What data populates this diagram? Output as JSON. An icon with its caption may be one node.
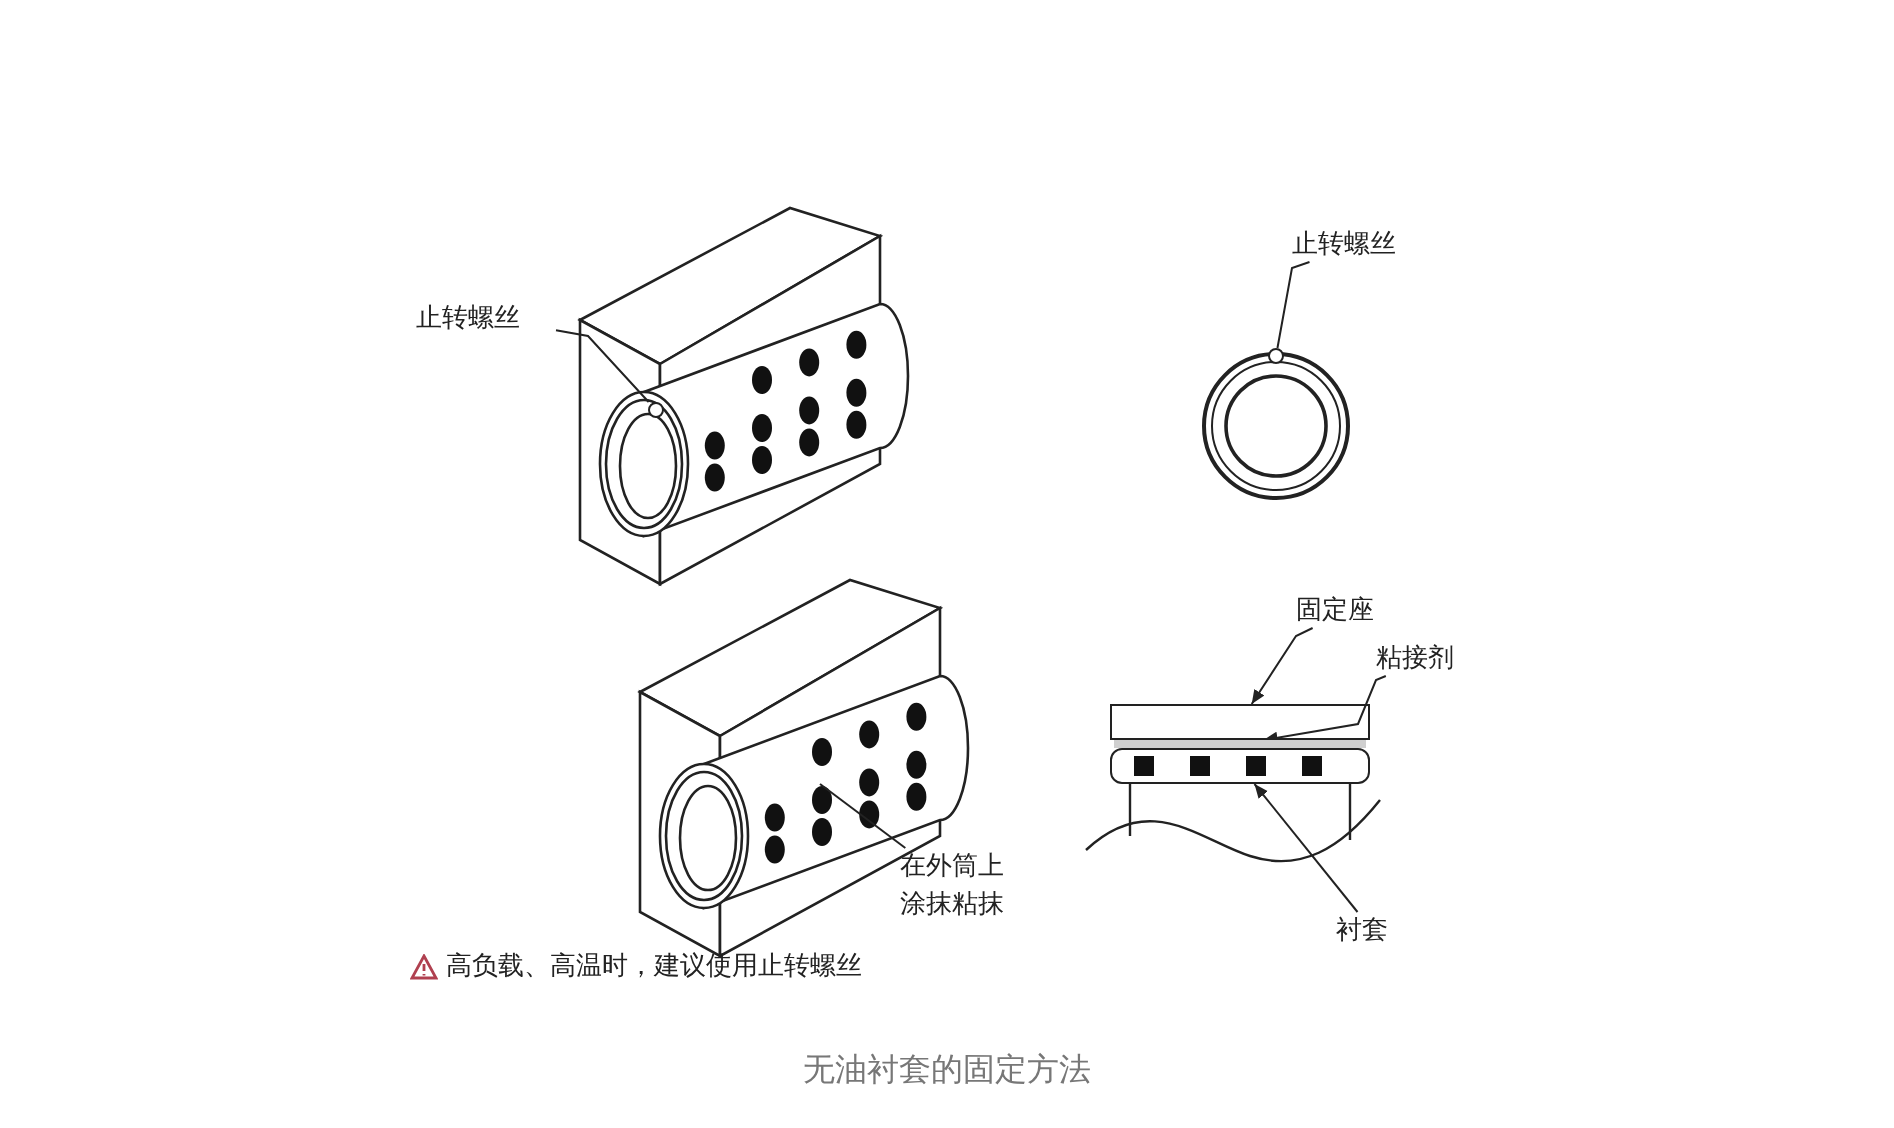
{
  "diagram": {
    "caption": "无油衬套的固定方法",
    "nodes": [
      {
        "text": [
          "止转螺丝"
        ]
      },
      {
        "text": [],
        "shape": "circle"
      },
      {
        "text": [
          "止转螺丝"
        ]
      },
      {
        "text": [],
        "shape": "circle"
      },
      {
        "text": [
          "在外筒上涂抹粘抹"
        ]
      },
      {
        "text": [
          "固定座"
        ]
      },
      {
        "text": [],
        "shape": "box"
      },
      {
        "text": [
          "粘接剂"
        ]
      },
      {
        "text": [
          "衬套"
        ]
      },
      {
        "text": [],
        "shape": "box"
      },
      {
        "text": [],
        "shape": "bar"
      }
    ],
    "edges": [
      {
        "from": 0,
        "to": 1,
        "arrow": "none"
      },
      {
        "from": 2,
        "to": 3,
        "arrow": "none"
      },
      {
        "from": 4,
        "to": null,
        "arrow": "none"
      },
      {
        "from": 5,
        "to": 6,
        "arrow": "to"
      },
      {
        "from": 7,
        "to": 10,
        "arrow": "to"
      },
      {
        "from": 8,
        "to": 9,
        "arrow": "to"
      }
    ],
    "labels": [
      "高负载、高温时，建议使用止转螺丝"
    ]
  }
}
